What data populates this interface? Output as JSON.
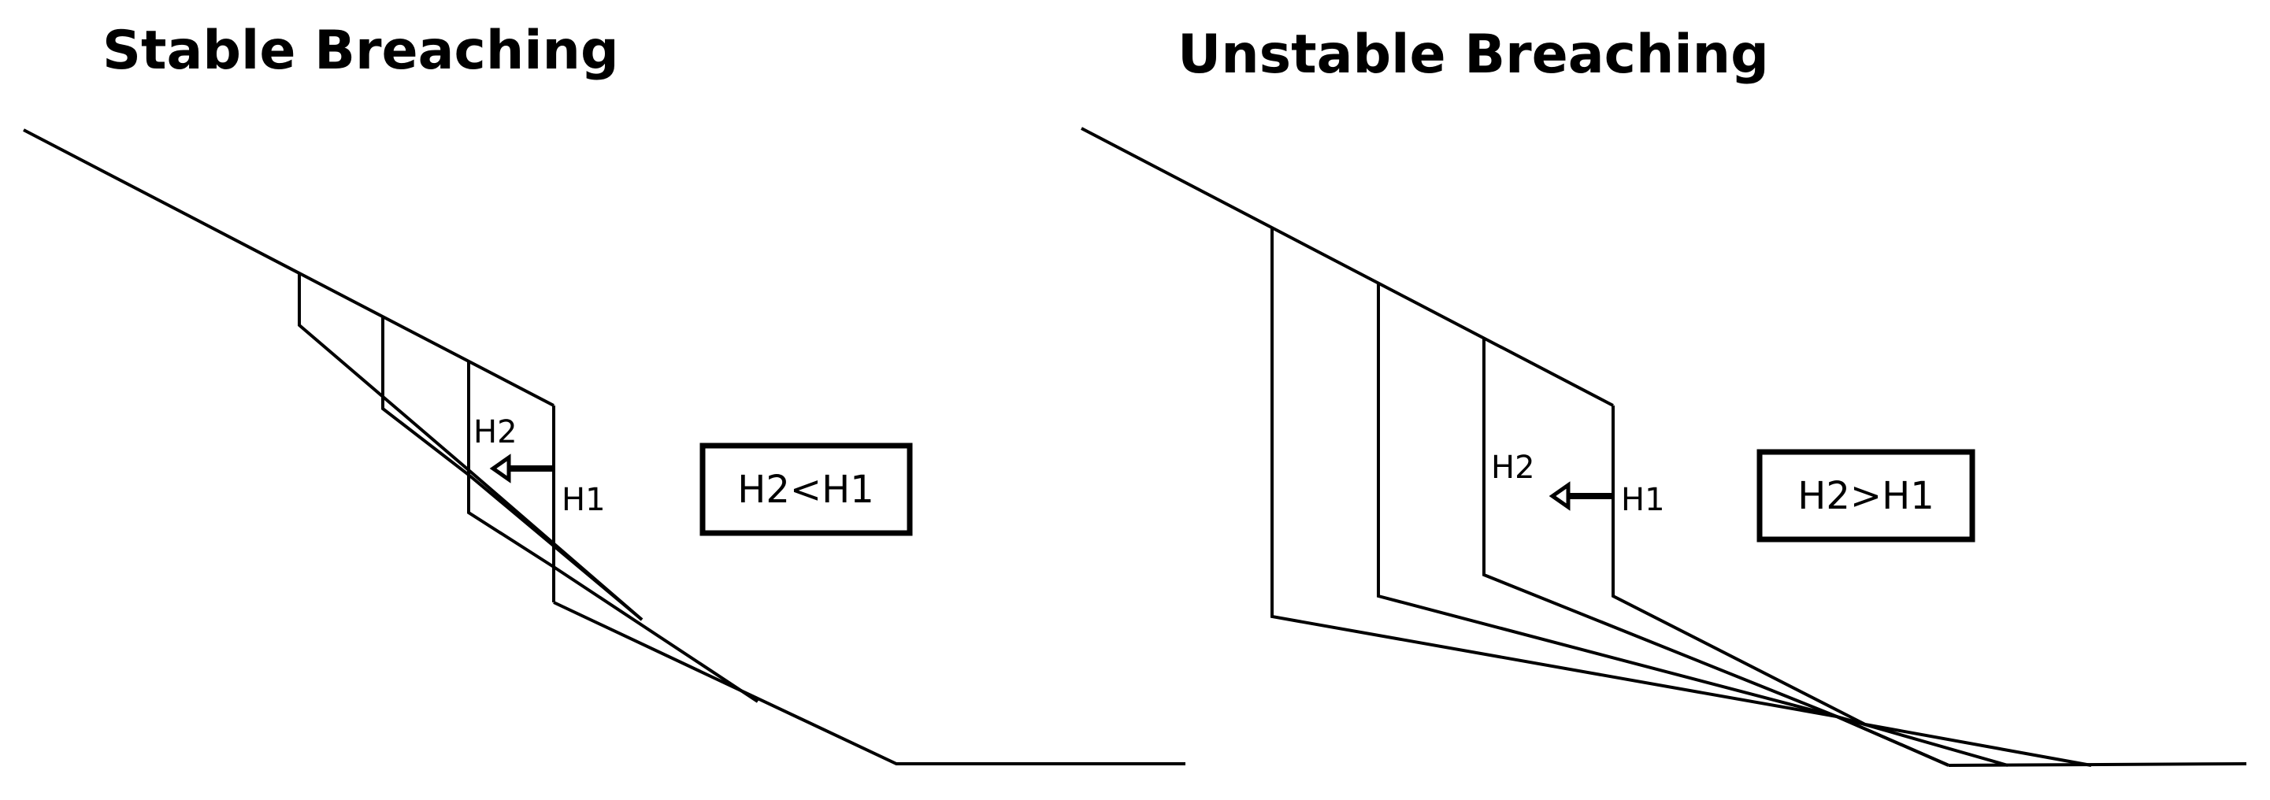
{
  "panels": {
    "stable": {
      "title": "Stable Breaching",
      "h2_label": "H2",
      "h1_label": "H1",
      "box_label": "H2<H1"
    },
    "unstable": {
      "title": "Unstable Breaching",
      "h2_label": "H2",
      "h1_label": "H1",
      "box_label": "H2>H1"
    }
  },
  "colors": {
    "line": "#000000",
    "background": "#ffffff"
  }
}
